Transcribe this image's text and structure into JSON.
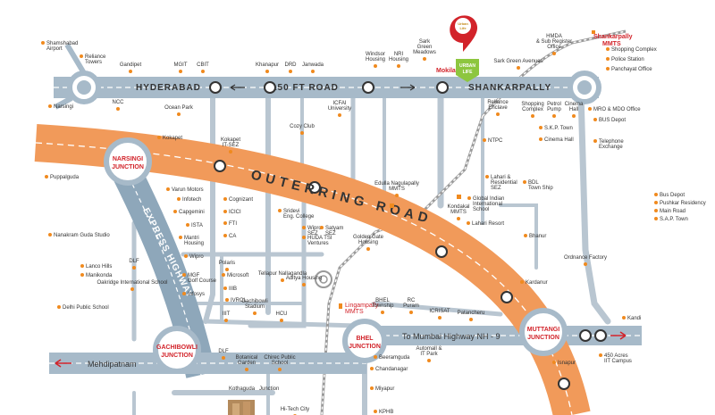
{
  "roads": {
    "top": {
      "left": "HYDERABAD",
      "center": "150 FT ROAD",
      "right": "SHANKARPALLY"
    },
    "ring": "OUTERRING ROAD",
    "express": "EXPRESS HIGHWAY",
    "mumbai": "To Mumbai Highway NH - 9",
    "mehdipatnam": "Mehdipatnam"
  },
  "junctions": [
    {
      "id": "narsingi",
      "line1": "NARSINGI",
      "line2": "JUNCTION"
    },
    {
      "id": "gachibowli",
      "line1": "GACHIBOWLI",
      "line2": "JUNCTION"
    },
    {
      "id": "bhel",
      "line1": "BHEL",
      "line2": "JUNCTION"
    },
    {
      "id": "muttangi",
      "line1": "MUTTANGI",
      "line2": "JUNCTION"
    }
  ],
  "project": {
    "name": "Mokila",
    "badge_line1": "URBAN",
    "badge_line2": "LIFE",
    "pin_line1": "Urban",
    "pin_line2": "Life"
  },
  "stations": {
    "shankarpally": "Shankarpally",
    "mmts": "MMTS",
    "lingampally": "Lingampally",
    "lingampally_mmts": "MMTS",
    "kothaguda": "Kothaguda",
    "kothaguda_junction": "Junction"
  },
  "places": [
    {
      "id": "shamshabad",
      "text": "Shamshabad Airport",
      "line1": "Shamshabad",
      "line2": "Airport"
    },
    {
      "id": "reliance",
      "text": "Reliance Towers",
      "line1": "Reliance",
      "line2": "Towers"
    },
    {
      "id": "gandipet",
      "text": "Gandipet"
    },
    {
      "id": "mgit",
      "text": "MGIT"
    },
    {
      "id": "cbit",
      "text": "CBIT"
    },
    {
      "id": "khanapur",
      "text": "Khanapur"
    },
    {
      "id": "drd",
      "text": "DRD"
    },
    {
      "id": "janwada",
      "text": "Janwada"
    },
    {
      "id": "windsor",
      "text": "Windsor Housing",
      "line1": "Windsor",
      "line2": "Housing"
    },
    {
      "id": "nri",
      "text": "NRI Housing",
      "line1": "NRI",
      "line2": "Housing"
    },
    {
      "id": "sark",
      "text": "Sark Green Meadows",
      "line1": "Sark",
      "line2": "Green",
      "line3": "Meadows"
    },
    {
      "id": "sarkgreen",
      "text": "Sark Green Avenues"
    },
    {
      "id": "hmda",
      "text": "HMDA & Sub Register Office",
      "line1": "HMDA",
      "line2": "& Sub Register",
      "line3": "Office"
    },
    {
      "id": "shopping",
      "text": "Shopping Complex"
    },
    {
      "id": "police",
      "text": "Police Station"
    },
    {
      "id": "panchayat",
      "text": "Panchayat Office"
    },
    {
      "id": "narsingi",
      "text": "Narsingi"
    },
    {
      "id": "ncc",
      "text": "NCC"
    },
    {
      "id": "oceanpark",
      "text": "Ocean Park"
    },
    {
      "id": "icfai",
      "text": "ICFAI University",
      "line1": "ICFAI",
      "line2": "University"
    },
    {
      "id": "cozyclub",
      "text": "Cozy Club"
    },
    {
      "id": "relianceenclave",
      "text": "Reliance Enclave",
      "line1": "Reliance",
      "line2": "Enclave"
    },
    {
      "id": "shoppingcomplex2",
      "text": "Shopping Complex",
      "line1": "Shopping",
      "line2": "Complex"
    },
    {
      "id": "petrolpump",
      "text": "Petrol Pump",
      "line1": "Petrol",
      "line2": "Pump"
    },
    {
      "id": "cinemahall1",
      "text": "Cinema Hall",
      "line1": "Cinema",
      "line2": "Hall"
    },
    {
      "id": "mro",
      "text": "MRO & MDO Office"
    },
    {
      "id": "busdepot",
      "text": "BUS Depot"
    },
    {
      "id": "skptown",
      "text": "S.K.P. Town"
    },
    {
      "id": "cinemahall2",
      "text": "Cinema Hall"
    },
    {
      "id": "telephone",
      "text": "Telephone Exchange",
      "line1": "Telephone",
      "line2": "Exchange"
    },
    {
      "id": "ntpc",
      "text": "NTPC"
    },
    {
      "id": "kokapet",
      "text": "Kokapet"
    },
    {
      "id": "kokapetsez",
      "text": "Kokapet IT-SEZ",
      "line1": "Kokapet",
      "line2": "IT-SEZ"
    },
    {
      "id": "puppalguda",
      "text": "Puppalguda"
    },
    {
      "id": "varun",
      "text": "Varun Motors"
    },
    {
      "id": "infotech",
      "text": "Infotech"
    },
    {
      "id": "capgemini",
      "text": "Capgemini"
    },
    {
      "id": "ista",
      "text": "ISTA"
    },
    {
      "id": "mantri",
      "text": "Mantri Housing",
      "line1": "Mantri",
      "line2": "Housing"
    },
    {
      "id": "cognizant",
      "text": "Cognizant"
    },
    {
      "id": "icici",
      "text": "ICICI"
    },
    {
      "id": "fti",
      "text": "FTI"
    },
    {
      "id": "ca",
      "text": "CA"
    },
    {
      "id": "sridevi",
      "text": "Sridevi Eng. College",
      "line1": "Sridevi",
      "line2": "Eng. College"
    },
    {
      "id": "wipro",
      "text": "Wipro SEZ",
      "line1": "Wipro",
      "line2": "SEZ"
    },
    {
      "id": "satyam",
      "text": "Satyam SEZ",
      "line1": "Satyam",
      "line2": "SEZ"
    },
    {
      "id": "hudatsi",
      "text": "HUDA TSI Ventures",
      "line1": "HUDA TSI",
      "line2": "Ventures"
    },
    {
      "id": "goldengate",
      "text": "Golden Gate Housing",
      "line1": "Golden Gate",
      "line2": "Housing"
    },
    {
      "id": "edulla",
      "text": "Edulla Nagulapally MMTS",
      "line1": "Edulla Nagulapally",
      "line2": "MMTS"
    },
    {
      "id": "kondakal",
      "text": "Kondakal MMTS",
      "line1": "Kondakal",
      "line2": "MMTS"
    },
    {
      "id": "globalindian",
      "text": "Global Indian International School",
      "line1": "Global Indian",
      "line2": "International",
      "line3": "School"
    },
    {
      "id": "lahari",
      "text": "Lahari Resort"
    },
    {
      "id": "lahari2",
      "text": "Lahari & Residential SEZ",
      "line1": "Lahari &",
      "line2": "Residential",
      "line3": "SEZ"
    },
    {
      "id": "bdl",
      "text": "BDL Town Ship",
      "line1": "BDL",
      "line2": "Town Ship"
    },
    {
      "id": "bhanur",
      "text": "Bhanur"
    },
    {
      "id": "kardanur",
      "text": "Kardanur"
    },
    {
      "id": "ordnance",
      "text": "Ordnance Factory"
    },
    {
      "id": "nanakram",
      "text": "Nanakram Guda Studio"
    },
    {
      "id": "lanco",
      "text": "Lanco Hills"
    },
    {
      "id": "manikonda",
      "text": "Manikonda"
    },
    {
      "id": "dlf1",
      "text": "DLF"
    },
    {
      "id": "oakridge",
      "text": "Oakridge International School"
    },
    {
      "id": "dps",
      "text": "Delhi Public School"
    },
    {
      "id": "wipro2",
      "text": "Wipro"
    },
    {
      "id": "mgf",
      "text": "MGF Golf Course",
      "line1": "MGF",
      "line2": "Golf Course"
    },
    {
      "id": "infosys",
      "text": "Infosys"
    },
    {
      "id": "polaris",
      "text": "Polaris"
    },
    {
      "id": "microsoft",
      "text": "Microsoft"
    },
    {
      "id": "iiib",
      "text": "IIIB"
    },
    {
      "id": "ivrcl",
      "text": "IVRCL"
    },
    {
      "id": "gachibowlistadium",
      "text": "Gachibowli Stadium",
      "line1": "Gachibowli",
      "line2": "Stadium"
    },
    {
      "id": "iiit",
      "text": "IIIT"
    },
    {
      "id": "hcu",
      "text": "HCU"
    },
    {
      "id": "tellapur",
      "text": "Tellapur Nallagandla"
    },
    {
      "id": "aditya",
      "text": "Aditya Housing"
    },
    {
      "id": "bheltownship",
      "text": "BHEL Township",
      "line1": "BHEL",
      "line2": "Township"
    },
    {
      "id": "icpuram",
      "text": "RC Puram",
      "line1": "RC",
      "line2": "Puram"
    },
    {
      "id": "icrisat",
      "text": "ICRISAT"
    },
    {
      "id": "patancheru",
      "text": "Patancheru"
    },
    {
      "id": "isnapur",
      "text": "Isnapur"
    },
    {
      "id": "kandi",
      "text": "Kandi"
    },
    {
      "id": "iitcampus",
      "text": "450 Acres IIT Campus",
      "line1": "450 Acres",
      "line2": "IIT Campus"
    },
    {
      "id": "dlf2",
      "text": "DLF"
    },
    {
      "id": "botanical",
      "text": "Botanical Garden",
      "line1": "Botanical",
      "line2": "Garden"
    },
    {
      "id": "chirec",
      "text": "Chirec Public School",
      "line1": "Chirec Public",
      "line2": "School"
    },
    {
      "id": "beeramguda",
      "text": "Beeramguda"
    },
    {
      "id": "automall",
      "text": "Automall & IT Park",
      "line1": "Automall &",
      "line2": "IT Park"
    },
    {
      "id": "chandanagar",
      "text": "Chandanagar"
    },
    {
      "id": "miyapur",
      "text": "Miyapur"
    },
    {
      "id": "hitech",
      "text": "Hi-Tech City"
    },
    {
      "id": "kphb",
      "text": "KPHB"
    },
    {
      "id": "saip",
      "text": "S.A.P. Town"
    },
    {
      "id": "busdepot2",
      "text": "Bus Depot"
    },
    {
      "id": "pushkar",
      "text": "Pushkar Residency"
    },
    {
      "id": "mainroad",
      "text": "Main Road"
    }
  ],
  "colors": {
    "road": "#a7bac9",
    "road_line": "#ffffff",
    "ring": "#f19a5a",
    "dot": "#f08a1e",
    "junction_text": "#d2232a",
    "project_green": "#8dc63f",
    "rail": "#9a9a9a"
  }
}
